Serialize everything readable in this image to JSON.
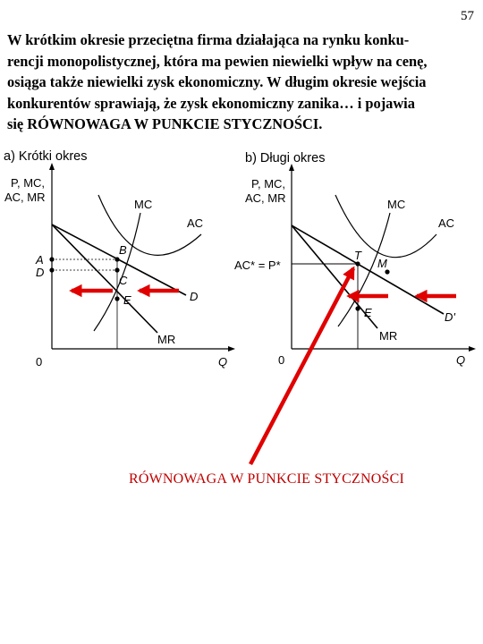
{
  "page_number": "57",
  "intro_lines": [
    "W krótkim okresie przeciętna firma działająca na rynku konku-",
    "rencji monopolistycznej, która ma pewien niewielki wpływ na cenę,",
    "osiąga także niewielki zysk ekonomiczny. W długim okresie wejścia",
    "konkurentów sprawiają, że zysk ekonomiczny zanika… i pojawia",
    "się  RÓWNOWAGA W PUNKCIE STYCZNOŚCI."
  ],
  "panel_a": {
    "title": "a) Krótki okres",
    "y_axis_label": [
      "P, MC,",
      "AC, MR"
    ],
    "x_axis_label": "Q",
    "origin": "0",
    "curves": {
      "mc": "MC",
      "ac": "AC",
      "demand": "D",
      "mr": "MR"
    },
    "points": {
      "a": "A",
      "d": "D",
      "b": "B",
      "c": "C",
      "e": "E"
    }
  },
  "panel_b": {
    "title": "b) Długi okres",
    "y_axis_label": [
      "P, MC,",
      "AC, MR"
    ],
    "x_axis_label": "Q",
    "origin": "0",
    "price_label": "AC* = P*",
    "curves": {
      "mc": "MC",
      "ac": "AC",
      "demand": "D'",
      "mr": "MR"
    },
    "points": {
      "t": "T",
      "m": "M",
      "e": "E"
    }
  },
  "caption": "RÓWNOWAGA W PUNKCIE STYCZNOŚCI",
  "colors": {
    "arrow": "#e00000",
    "curve": "#000000",
    "caption": "#c00000"
  }
}
